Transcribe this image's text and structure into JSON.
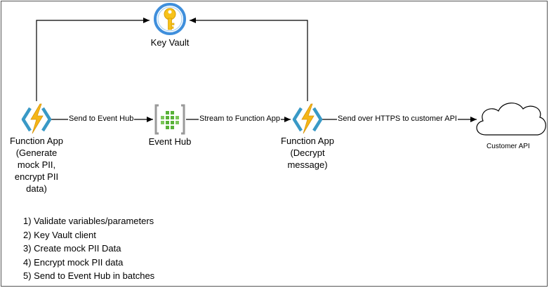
{
  "nodes": {
    "key_vault": {
      "label": "Key Vault"
    },
    "function_app_1": {
      "label_lines": [
        "Function App",
        "(Generate",
        "mock PII,",
        "encrypt PII",
        "data)"
      ]
    },
    "event_hub": {
      "label": "Event Hub"
    },
    "function_app_2": {
      "label_lines": [
        "Function App",
        "(Decrypt",
        "message)"
      ]
    },
    "customer_api": {
      "label": "Customer API"
    }
  },
  "edges": {
    "fa1_to_eventhub": "Send to Event Hub",
    "eventhub_to_fa2": "Stream to Function App",
    "fa2_to_customer": "Send over HTTPS to customer API"
  },
  "steps": [
    "1) Validate variables/parameters",
    "2) Key Vault client",
    "3) Create mock PII Data",
    "4) Encrypt mock PII data",
    "5) Send to Event Hub in batches"
  ],
  "colors": {
    "function_bolt": "#f5b617",
    "function_brackets": "#3999c6",
    "key_vault_ring": "#3f8fdc",
    "key_gold": "#f7c21a",
    "event_hub_green": "#59b238",
    "event_hub_gray": "#9a9a9a",
    "line": "#000000"
  }
}
